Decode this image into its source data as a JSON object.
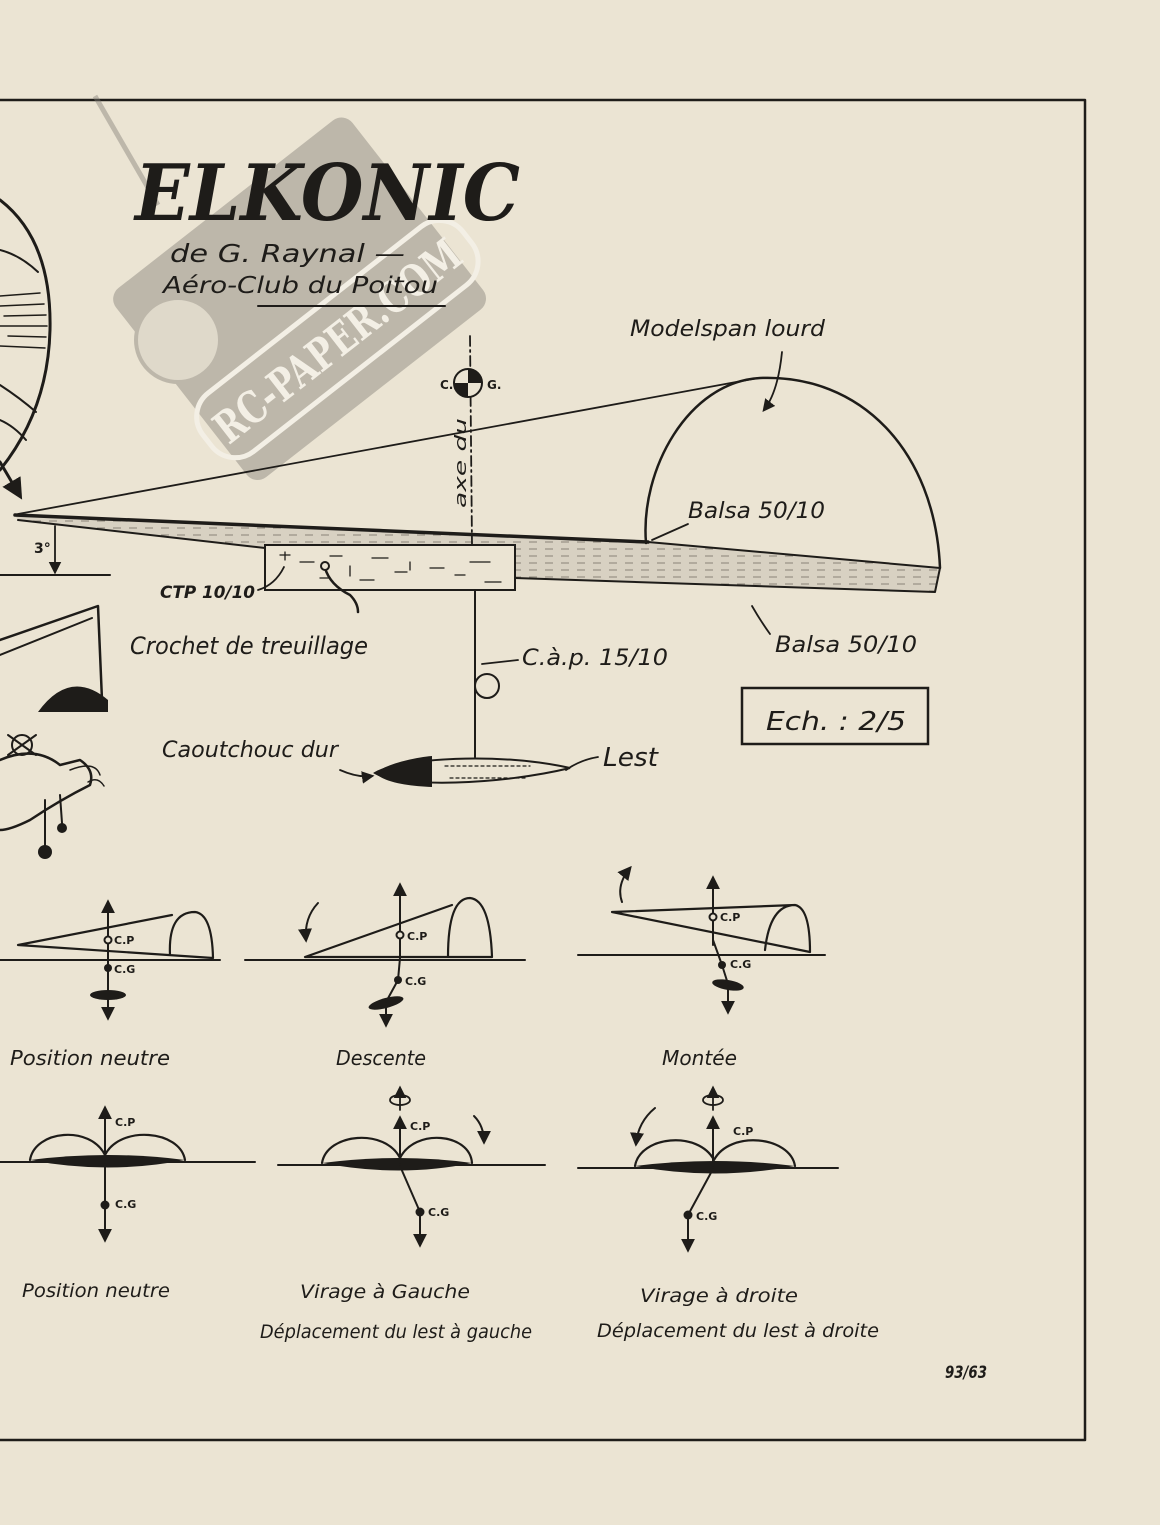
{
  "title": {
    "name": "ELKONIC",
    "author": "de G. Raynal —",
    "club": "Aéro-Club du Poitou"
  },
  "watermark": "RC-PAPER.COM",
  "main_diagram": {
    "covering": "Modelspan lourd",
    "cg_left": "C.",
    "cg_right": "G.",
    "axis": "axe du",
    "balsa_upper": "Balsa 50/10",
    "angle": "3°",
    "plywood": "CTP 10/10",
    "hook": "Crochet de treuillage",
    "wire": "C.à.p. 15/10",
    "balsa_lower": "Balsa 50/10",
    "scale": "Ech. : 2/5",
    "rubber": "Caoutchouc dur",
    "ballast": "Lest"
  },
  "pitch_diagrams": [
    {
      "caption": "Position neutre",
      "cp": "C.P",
      "cg": "C.G"
    },
    {
      "caption": "Descente",
      "cp": "C.P",
      "cg": "C.G"
    },
    {
      "caption": "Montée",
      "cp": "C.P",
      "cg": "C.G"
    }
  ],
  "turn_diagrams": [
    {
      "caption": "Position neutre",
      "cp": "C.P",
      "cg": "C.G"
    },
    {
      "caption": "Virage à Gauche",
      "subcaption": "Déplacement du lest à gauche",
      "cp": "C.P",
      "cg": "C.G"
    },
    {
      "caption": "Virage à droite",
      "subcaption": "Déplacement du lest à droite",
      "cp": "C.P",
      "cg": "C.G"
    }
  ],
  "signature": "93/63",
  "colors": {
    "paper": "#ebe4d3",
    "ink": "#1e1c19",
    "watermark": "#7f7b74"
  }
}
